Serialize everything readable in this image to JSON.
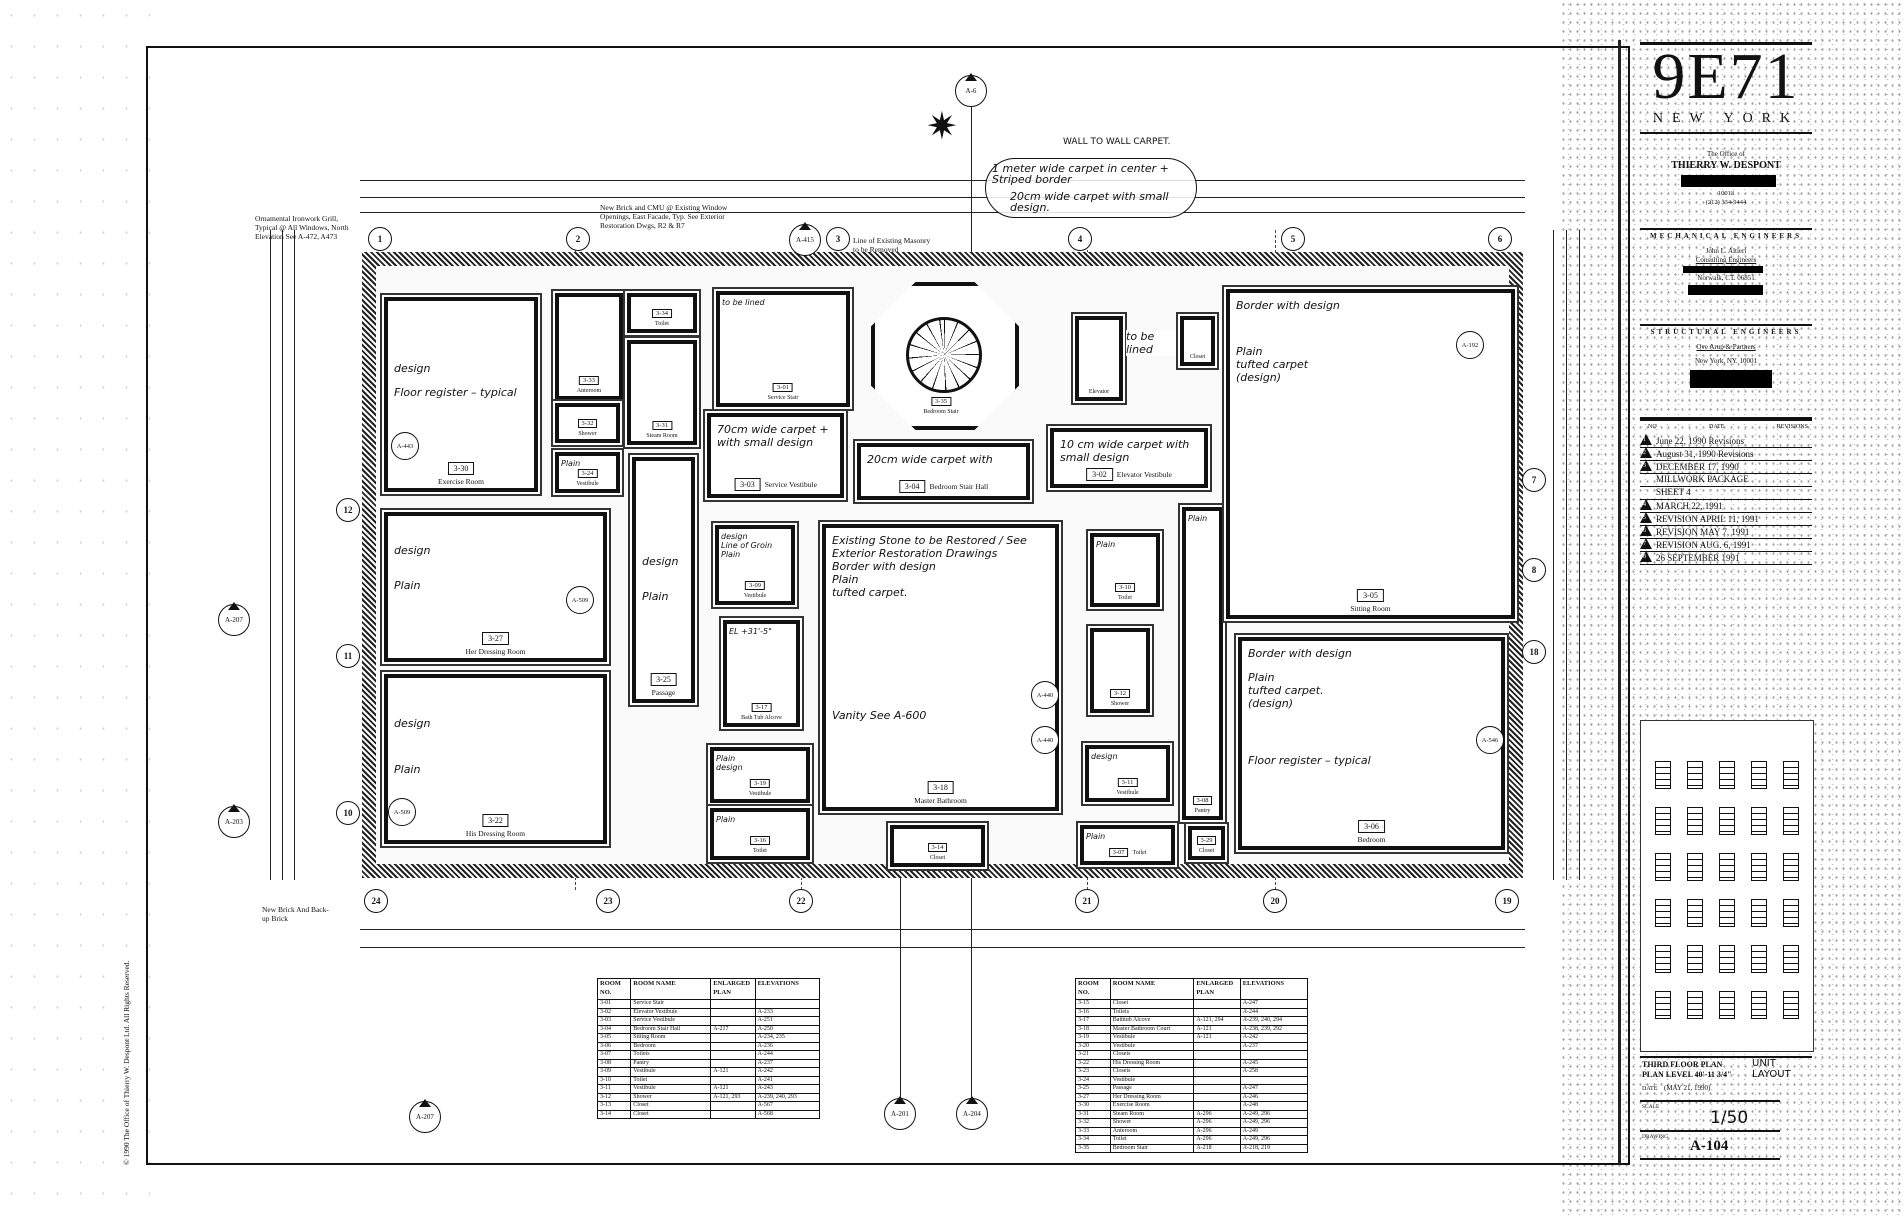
{
  "project": {
    "title": "9E71",
    "city": "NEW YORK"
  },
  "architect": {
    "prefix": "The Office of",
    "name": "THIERRY W. DESPONT",
    "zip": "10013",
    "phone": "(212) 334-9444"
  },
  "mechanical": {
    "heading": "MECHANICAL ENGINEERS",
    "name": "John L. Altieri",
    "firm": "Consulting Engineers",
    "city": "Norwalk, CT. 06851"
  },
  "structural": {
    "heading": "STRUCTURAL ENGINEERS",
    "name": "Ove Arup & Partners",
    "city": "New York, NY. 10001"
  },
  "revisions": {
    "headers": [
      "NO",
      "DATE",
      "REVISIONS"
    ],
    "rows": [
      {
        "no": "1",
        "text": "June 22, 1990 Revisions"
      },
      {
        "no": "2",
        "text": "August 31, 1990 Revisions"
      },
      {
        "no": "3",
        "text": "DECEMBER 17, 1990"
      },
      {
        "no": "",
        "text": "MILLWORK PACKAGE"
      },
      {
        "no": "",
        "text": "SHEET 4"
      },
      {
        "no": "4",
        "text": "MARCH 22, 1991"
      },
      {
        "no": "5",
        "text": "REVISION APRIL 11, 1991"
      },
      {
        "no": "6",
        "text": "REVISION MAY 7, 1991"
      },
      {
        "no": "7",
        "text": "REVISION AUG. 6, 1991"
      },
      {
        "no": "8",
        "text": "26 SEPTEMBER 1991"
      }
    ]
  },
  "sheet": {
    "title": "THIRD FLOOR PLAN",
    "level": "PLAN LEVEL 40'-11 3/4\"",
    "handwritten": "UNIT LAYOUT",
    "date_label": "DATE",
    "date": "(MAY 21, 1990)",
    "scale_label": "SCALE",
    "scale": "1/50",
    "drawing_label": "DRAWING",
    "drawing": "A-104"
  },
  "copyright": "© 1990 The Office of Thierry W. Despont Ltd.  All Rights Reserved.",
  "annotations": {
    "ironwork": "Ornamental Ironwork Grill, Typical @ All Windows, North Elevation See A-472, A473",
    "new_brick_cmu": "New Brick and CMU @ Existing Window Openings, East Facade, Typ. See Exterior Restoration Dwgs, R2 & R7",
    "masonry": "Line of Existing Masonry to be Removed",
    "new_brick": "New Brick And Back-up Brick",
    "wall_to_wall": "WALL TO WALL CARPET.",
    "cloud_1": "1 meter wide carpet in center + Striped border",
    "cloud_2": "20cm wide carpet with small design.",
    "lined_1": "to be lined",
    "lined_2": "to be lined"
  },
  "grid": {
    "top": [
      "1",
      "2",
      "3",
      "4",
      "5",
      "6"
    ],
    "bottom": [
      "24",
      "23",
      "22",
      "21",
      "20",
      "19"
    ],
    "right": [
      "7",
      "8",
      "18"
    ],
    "left": [
      "12",
      "11",
      "10"
    ]
  },
  "sections": [
    "A-6",
    "A-415",
    "A-207",
    "A-203",
    "A-207",
    "A-201",
    "A-204"
  ],
  "callouts": [
    "A-443",
    "A-509",
    "A-509",
    "A-192",
    "A-546",
    "A-440",
    "A-440"
  ],
  "rooms": [
    {
      "number": "3-30",
      "name": "Exercise Room",
      "notes": [
        "",
        "",
        "",
        "",
        "",
        "design",
        "",
        "Floor register – typical"
      ]
    },
    {
      "number": "3-27",
      "name": "Her Dressing Room",
      "notes": [
        "",
        "",
        "design",
        "",
        "",
        "Plain"
      ]
    },
    {
      "number": "3-22",
      "name": "His Dressing Room",
      "notes": [
        "",
        "",
        "",
        "design",
        "",
        "",
        "",
        "Plain"
      ]
    },
    {
      "number": "3-33",
      "name": "Anteroom",
      "notes": []
    },
    {
      "number": "3-34",
      "name": "Toilet",
      "notes": []
    },
    {
      "number": "3-31",
      "name": "Steam Room",
      "notes": []
    },
    {
      "number": "3-32",
      "name": "Shower",
      "notes": []
    },
    {
      "number": "3-24",
      "name": "Vestibule",
      "notes": [
        "",
        "",
        "Plain"
      ]
    },
    {
      "number": "3-25",
      "name": "Passage",
      "notes": [
        "",
        "",
        "",
        "",
        "",
        "",
        "",
        "",
        "design",
        "",
        "",
        "Plain"
      ]
    },
    {
      "number": "3-01",
      "name": "Service Stair",
      "notes": [
        "",
        "",
        "to be lined"
      ]
    },
    {
      "number": "3-03",
      "name": "Service Vestibule",
      "notes": [
        "70cm wide carpet + with small design"
      ]
    },
    {
      "number": "3-04",
      "name": "Bedroom Stair Hall",
      "notes": [
        "20cm wide carpet with"
      ]
    },
    {
      "number": "3-02",
      "name": "Elevator Vestibule",
      "notes": [
        "10 cm wide carpet with small design"
      ]
    },
    {
      "number": "",
      "name": "Elevator",
      "notes": []
    },
    {
      "number": "",
      "name": "Closet",
      "notes": []
    },
    {
      "number": "3-09",
      "name": "Vestibule",
      "notes": [
        "",
        "",
        "",
        "",
        "design",
        "Line of Groin",
        "Plain"
      ]
    },
    {
      "number": "3-17",
      "name": "Bath Tub Alcove",
      "notes": [
        "",
        "",
        "",
        "",
        "",
        "",
        "EL +31'-5\""
      ]
    },
    {
      "number": "3-19",
      "name": "Vestibule",
      "notes": [
        "",
        "Plain",
        "design"
      ]
    },
    {
      "number": "3-16",
      "name": "Toilet",
      "notes": [
        "",
        "",
        "Plain"
      ]
    },
    {
      "number": "3-18",
      "name": "Master Bathroom",
      "notes": [
        "Existing Stone to be Restored / See Exterior Restoration Drawings",
        "Border with design",
        "Plain",
        "tufted carpet.",
        "",
        "",
        "",
        "",
        "",
        "",
        "",
        "",
        "",
        "",
        "Vanity See A-600"
      ]
    },
    {
      "number": "3-10",
      "name": "Toilet",
      "notes": [
        "",
        "",
        "",
        "Plain"
      ]
    },
    {
      "number": "3-12",
      "name": "Shower",
      "notes": []
    },
    {
      "number": "3-11",
      "name": "Vestibule",
      "notes": [
        "",
        "",
        "",
        "design"
      ]
    },
    {
      "number": "3-07",
      "name": "Toilet",
      "notes": [
        "",
        "",
        "Plain"
      ]
    },
    {
      "number": "3-08",
      "name": "Pantry",
      "notes": [
        "",
        "",
        "",
        "",
        "",
        "",
        "",
        "",
        "",
        "",
        "",
        "",
        "",
        "",
        "",
        "",
        "Plain"
      ]
    },
    {
      "number": "3-29",
      "name": "Closet",
      "notes": []
    },
    {
      "number": "3-05",
      "name": "Sitting Room",
      "notes": [
        "Border with design",
        "",
        "",
        "",
        "Plain",
        "tufted carpet",
        "(design)"
      ]
    },
    {
      "number": "3-06",
      "name": "Bedroom",
      "notes": [
        "Border with design",
        "",
        "Plain",
        "tufted carpet.",
        "(design)",
        "",
        "",
        "",
        "",
        "Floor register – typical"
      ]
    },
    {
      "number": "3-14",
      "name": "Closet",
      "notes": []
    },
    {
      "number": "3-35",
      "name": "Bedroom Stair",
      "notes": []
    }
  ],
  "schedule_headers": [
    "ROOM NO.",
    "ROOM NAME",
    "ENLARGED PLAN",
    "ELEVATIONS"
  ],
  "schedule_left": [
    [
      "3-01",
      "Service Stair",
      "",
      ""
    ],
    [
      "3-02",
      "Elevator Vestibule",
      "",
      "A-233"
    ],
    [
      "3-03",
      "Service Vestibule",
      "",
      "A-251"
    ],
    [
      "3-04",
      "Bedroom Stair Hall",
      "A-217",
      "A-250"
    ],
    [
      "3-05",
      "Sitting Room",
      "",
      "A-234, 235"
    ],
    [
      "3-06",
      "Bedroom",
      "",
      "A-236"
    ],
    [
      "3-07",
      "Toilets",
      "",
      "A-244"
    ],
    [
      "3-08",
      "Pantry",
      "",
      "A-237"
    ],
    [
      "3-09",
      "Vestibule",
      "A-121",
      "A-242"
    ],
    [
      "3-10",
      "Toilet",
      "",
      "A-241"
    ],
    [
      "3-11",
      "Vestibule",
      "A-121",
      "A-243"
    ],
    [
      "3-12",
      "Shower",
      "A-121, 293",
      "A-239, 240, 293"
    ],
    [
      "3-13",
      "Closet",
      "",
      "A-567"
    ],
    [
      "3-14",
      "Closet",
      "",
      "A-568"
    ]
  ],
  "schedule_right": [
    [
      "3-15",
      "Closet",
      "",
      "A-247"
    ],
    [
      "3-16",
      "Toilets",
      "",
      "A-244"
    ],
    [
      "3-17",
      "Bathtub Alcove",
      "A-121, 294",
      "A-239, 240, 294"
    ],
    [
      "3-18",
      "Master Bathroom Court",
      "A-121",
      "A-238, 239, 292"
    ],
    [
      "3-19",
      "Vestibule",
      "A-121",
      "A-242"
    ],
    [
      "3-20",
      "Vestibule",
      "",
      "A-237"
    ],
    [
      "3-21",
      "Closets",
      "",
      ""
    ],
    [
      "3-22",
      "His Dressing Room",
      "",
      "A-245"
    ],
    [
      "3-23",
      "Closets",
      "",
      "A-258"
    ],
    [
      "3-24",
      "Vestibule",
      "",
      ""
    ],
    [
      "3-25",
      "Passage",
      "",
      "A-247"
    ],
    [
      "3-27",
      "Her Dressing Room",
      "",
      "A-246"
    ],
    [
      "3-30",
      "Exercise Room",
      "",
      "A-248"
    ],
    [
      "3-31",
      "Steam Room",
      "A-296",
      "A-249, 296"
    ],
    [
      "3-32",
      "Shower",
      "A-296",
      "A-249, 296"
    ],
    [
      "3-33",
      "Anteroom",
      "A-296",
      "A-249"
    ],
    [
      "3-34",
      "Toilet",
      "A-296",
      "A-249, 296"
    ],
    [
      "3-35",
      "Bedroom Stair",
      "A-218",
      "A-218, 219"
    ]
  ]
}
